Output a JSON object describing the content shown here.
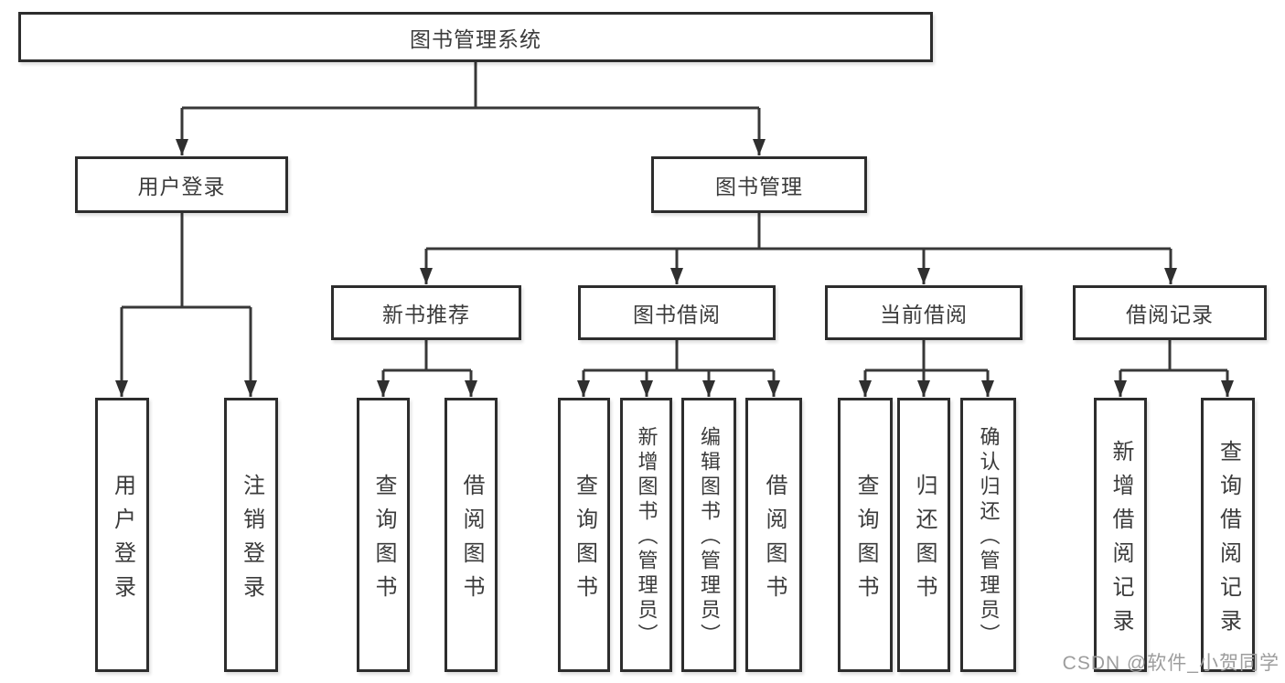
{
  "diagram_type": "functional-structure-tree",
  "colors": {
    "background": "#ffffff",
    "box_border": "#2d2d2d",
    "connector_line": "#383838",
    "text": "#3b3b3b",
    "watermark_text": "#9d9d9d"
  },
  "tree": {
    "root": {
      "label": "图书管理系统",
      "children": [
        {
          "label": "用户登录",
          "children": [
            {
              "label": "用户登录"
            },
            {
              "label": "注销登录"
            }
          ]
        },
        {
          "label": "图书管理",
          "children": [
            {
              "label": "新书推荐",
              "children": [
                {
                  "label": "查询图书"
                },
                {
                  "label": "借阅图书"
                }
              ]
            },
            {
              "label": "图书借阅",
              "children": [
                {
                  "label": "查询图书"
                },
                {
                  "label": "新增图书（管理员）"
                },
                {
                  "label": "编辑图书（管理员）"
                },
                {
                  "label": "借阅图书"
                }
              ]
            },
            {
              "label": "当前借阅",
              "children": [
                {
                  "label": "查询图书"
                },
                {
                  "label": "归还图书"
                },
                {
                  "label": "确认归还（管理员）"
                }
              ]
            },
            {
              "label": "借阅记录",
              "children": [
                {
                  "label": "新增借阅记录"
                },
                {
                  "label": "查询借阅记录"
                }
              ]
            }
          ]
        }
      ]
    }
  },
  "watermark": {
    "text": "CSDN @软件_小贺同学"
  }
}
